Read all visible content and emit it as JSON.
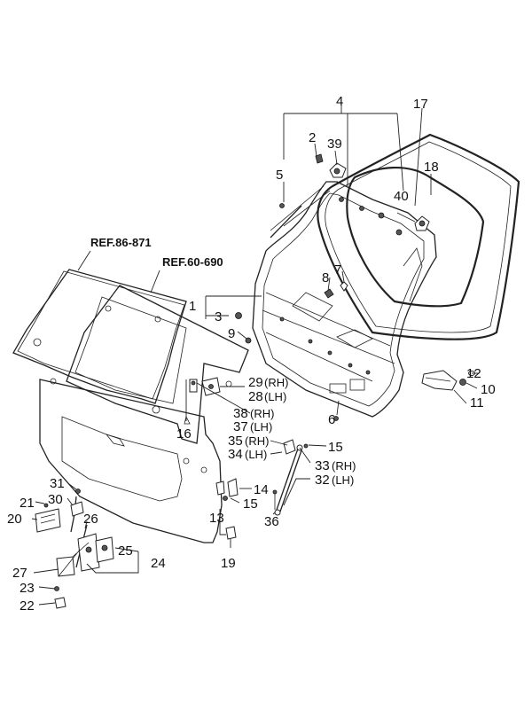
{
  "refs": {
    "ref1": "REF.86-871",
    "ref2": "REF.60-690"
  },
  "callouts": {
    "p1": "1",
    "p2": "2",
    "p3": "3",
    "p4": "4",
    "p5": "5",
    "p6": "6",
    "p7": "7",
    "p8": "8",
    "p9": "9",
    "p10": "10",
    "p11": "11",
    "p12": "12",
    "p13": "13",
    "p14": "14",
    "p15a": "15",
    "p15b": "15",
    "p16": "16",
    "p17": "17",
    "p18": "18",
    "p19": "19",
    "p20": "20",
    "p21": "21",
    "p22": "22",
    "p23": "23",
    "p24": "24",
    "p25": "25",
    "p26": "26",
    "p27": "27",
    "p28": "28",
    "p29": "29",
    "p30": "30",
    "p31": "31",
    "p32": "32",
    "p33": "33",
    "p34": "34",
    "p35": "35",
    "p36": "36",
    "p37": "37",
    "p38": "38",
    "p39": "39",
    "p40": "40"
  },
  "sides": {
    "s29": "(RH)",
    "s28": "(LH)",
    "s38": "(RH)",
    "s37": "(LH)",
    "s35": "(RH)",
    "s34": "(LH)",
    "s33": "(RH)",
    "s32": "(LH)"
  }
}
